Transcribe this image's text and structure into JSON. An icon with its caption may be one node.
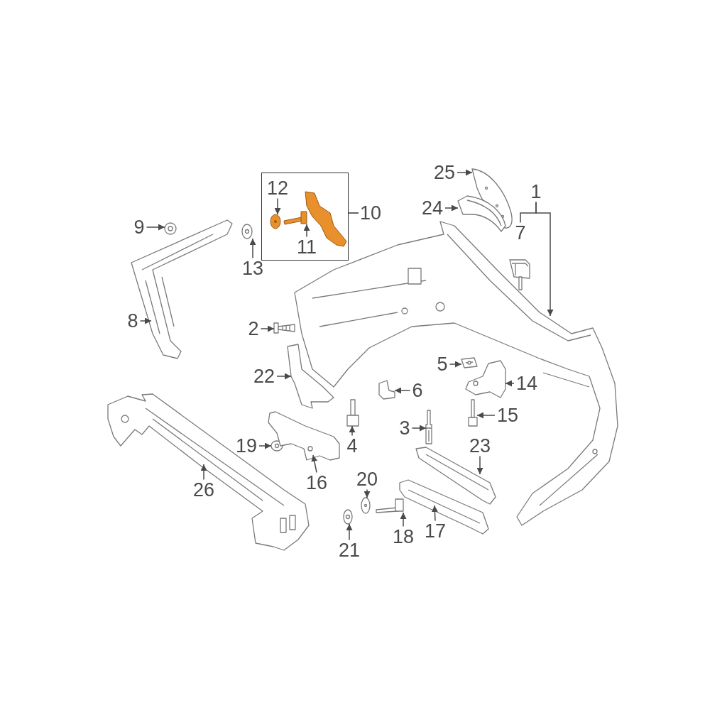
{
  "diagram": {
    "nodes": [
      {
        "text": [
          "25"
        ]
      },
      {
        "text": [],
        "shape": "picture"
      },
      {
        "text": [
          "24"
        ]
      },
      {
        "text": [],
        "shape": "picture"
      },
      {
        "text": [
          "1"
        ]
      },
      {
        "text": [],
        "shape": "picture"
      },
      {
        "text": [
          "7"
        ]
      },
      {
        "text": [],
        "shape": "picture"
      },
      {
        "text": [
          "10"
        ]
      },
      {
        "text": [
          "12"
        ],
        "in": 8
      },
      {
        "text": [],
        "shape": "picture",
        "in": 8
      },
      {
        "text": [],
        "shape": "picture",
        "in": 8
      },
      {
        "text": [
          "11"
        ],
        "in": 8
      },
      {
        "text": [
          "9"
        ]
      },
      {
        "text": [],
        "shape": "picture"
      },
      {
        "text": [
          "13"
        ]
      },
      {
        "text": [],
        "shape": "picture"
      },
      {
        "text": [
          "8"
        ]
      },
      {
        "text": [],
        "shape": "picture"
      },
      {
        "text": [
          "2"
        ]
      },
      {
        "text": [],
        "shape": "picture"
      },
      {
        "text": [
          "22"
        ]
      },
      {
        "text": [],
        "shape": "picture"
      },
      {
        "text": [
          "5"
        ]
      },
      {
        "text": [],
        "shape": "picture"
      },
      {
        "text": [
          "14"
        ]
      },
      {
        "text": [],
        "shape": "picture"
      },
      {
        "text": [
          "6"
        ]
      },
      {
        "text": [],
        "shape": "picture"
      },
      {
        "text": [
          "15"
        ]
      },
      {
        "text": [],
        "shape": "picture"
      },
      {
        "text": [
          "3"
        ]
      },
      {
        "text": [],
        "shape": "picture"
      },
      {
        "text": [
          "4"
        ]
      },
      {
        "text": [],
        "shape": "picture"
      },
      {
        "text": [
          "19"
        ]
      },
      {
        "text": [],
        "shape": "picture"
      },
      {
        "text": [
          "23"
        ]
      },
      {
        "text": [],
        "shape": "picture"
      },
      {
        "text": [
          "26"
        ]
      },
      {
        "text": [],
        "shape": "picture"
      },
      {
        "text": [
          "16"
        ]
      },
      {
        "text": [],
        "shape": "picture"
      },
      {
        "text": [
          "20"
        ]
      },
      {
        "text": [],
        "shape": "picture"
      },
      {
        "text": [
          "18"
        ]
      },
      {
        "text": [],
        "shape": "picture"
      },
      {
        "text": [
          "17"
        ]
      },
      {
        "text": [],
        "shape": "picture"
      },
      {
        "text": [
          "21"
        ]
      },
      {
        "text": [],
        "shape": "picture"
      }
    ],
    "edges": [
      {
        "from": 0,
        "to": 1,
        "arrow": "to"
      },
      {
        "from": 2,
        "to": 3,
        "arrow": "to"
      },
      {
        "from": 4,
        "to": 5,
        "arrow": "to"
      },
      {
        "from": 4,
        "to": 6,
        "arrow": "none"
      },
      {
        "from": 9,
        "to": 10,
        "arrow": "to"
      },
      {
        "from": 12,
        "to": 11,
        "arrow": "to"
      },
      {
        "from": 13,
        "to": 14,
        "arrow": "to"
      },
      {
        "from": 15,
        "to": 16,
        "arrow": "to"
      },
      {
        "from": 17,
        "to": 18,
        "arrow": "to"
      },
      {
        "from": 19,
        "to": 20,
        "arrow": "to"
      },
      {
        "from": 21,
        "to": 22,
        "arrow": "to"
      },
      {
        "from": 23,
        "to": 24,
        "arrow": "to"
      },
      {
        "from": 25,
        "to": 26,
        "arrow": "to"
      },
      {
        "from": 27,
        "to": 28,
        "arrow": "to"
      },
      {
        "from": 29,
        "to": 30,
        "arrow": "to"
      },
      {
        "from": 31,
        "to": 32,
        "arrow": "to"
      },
      {
        "from": 33,
        "to": 34,
        "arrow": "to"
      },
      {
        "from": 35,
        "to": 36,
        "arrow": "to"
      },
      {
        "from": 37,
        "to": 38,
        "arrow": "to"
      },
      {
        "from": 39,
        "to": 40,
        "arrow": "to"
      },
      {
        "from": 41,
        "to": 42,
        "arrow": "to"
      },
      {
        "from": 43,
        "to": 44,
        "arrow": "to"
      },
      {
        "from": 45,
        "to": 46,
        "arrow": "to"
      },
      {
        "from": 47,
        "to": 48,
        "arrow": "to"
      },
      {
        "from": 49,
        "to": 50,
        "arrow": "to"
      }
    ]
  }
}
